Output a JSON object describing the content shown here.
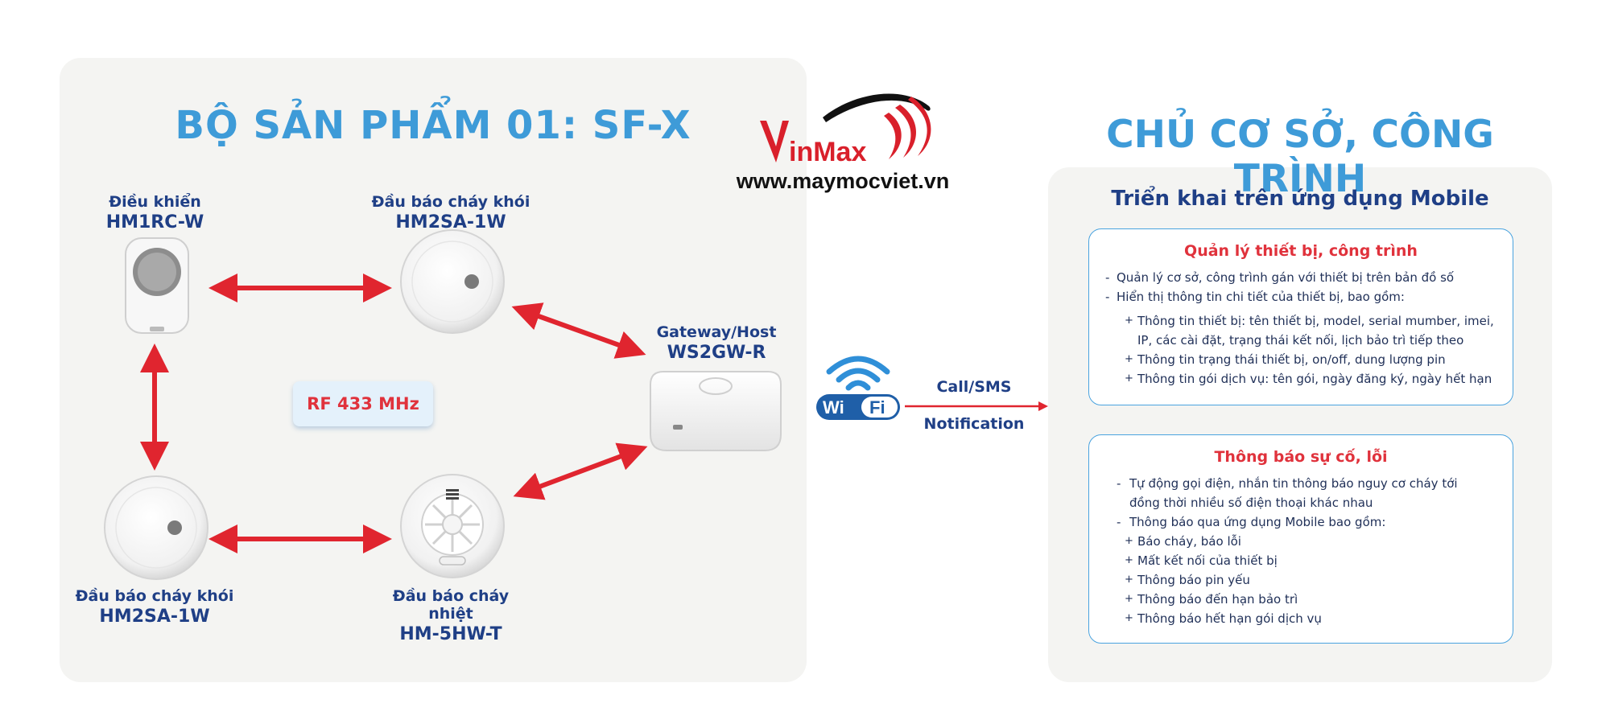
{
  "left_panel": {
    "title": "BỘ SẢN PHẨM 01: SF-X",
    "devices": {
      "remote": {
        "name": "Điều khiển",
        "model": "HM1RC-W"
      },
      "smoke_top": {
        "name": "Đầu báo cháy khói",
        "model": "HM2SA-1W"
      },
      "gateway": {
        "name": "Gateway/Host",
        "model": "WS2GW-R"
      },
      "smoke_bottom": {
        "name": "Đầu báo cháy khói",
        "model": "HM2SA-1W"
      },
      "heat": {
        "name": "Đầu báo cháy nhiệt",
        "model": "HM-5HW-T"
      }
    },
    "rf_badge": "RF 433 MHz"
  },
  "logo": {
    "brand": "VinMax",
    "url": "www.maymocviet.vn"
  },
  "wifi": {
    "label": "Wi Fi"
  },
  "link": {
    "top": "Call/SMS",
    "bottom": "Notification"
  },
  "right_panel": {
    "title": "CHỦ CƠ SỞ, CÔNG TRÌNH",
    "subtitle": "Triển khai trên ứng dụng Mobile",
    "card1": {
      "title": "Quản lý thiết bị, công trình",
      "items": [
        "Quản lý cơ sở, công trình gán với thiết bị trên bản đồ số",
        "Hiển thị thông tin chi tiết của thiết bị, bao gồm:"
      ],
      "sub_items": [
        "Thông tin thiết bị: tên thiết bị, model, serial mumber, imei, IP, các cài đặt, trạng thái kết nối, lịch bảo trì tiếp theo",
        "Thông tin trạng thái thiết bị, on/off, dung lượng pin",
        "Thông tin gói dịch vụ: tên gói, ngày đăng ký, ngày hết hạn"
      ]
    },
    "card2": {
      "title": "Thông báo sự cố, lỗi",
      "items": [
        "Tự động gọi điện, nhắn tin thông báo nguy cơ cháy tới đồng thời nhiều số điện thoại khác nhau",
        "Thông báo qua ứng dụng Mobile bao gồm:"
      ],
      "sub_items": [
        "Báo cháy, báo lỗi",
        "Mất kết nối của thiết bị",
        "Thông báo pin yếu",
        "Thông báo đến hạn bảo trì",
        "Thông báo hết hạn gói dịch vụ"
      ]
    }
  },
  "colors": {
    "accent_blue": "#3e9bd8",
    "navy": "#1f3f86",
    "red": "#e0323c",
    "arrow_red": "#e0252f"
  }
}
